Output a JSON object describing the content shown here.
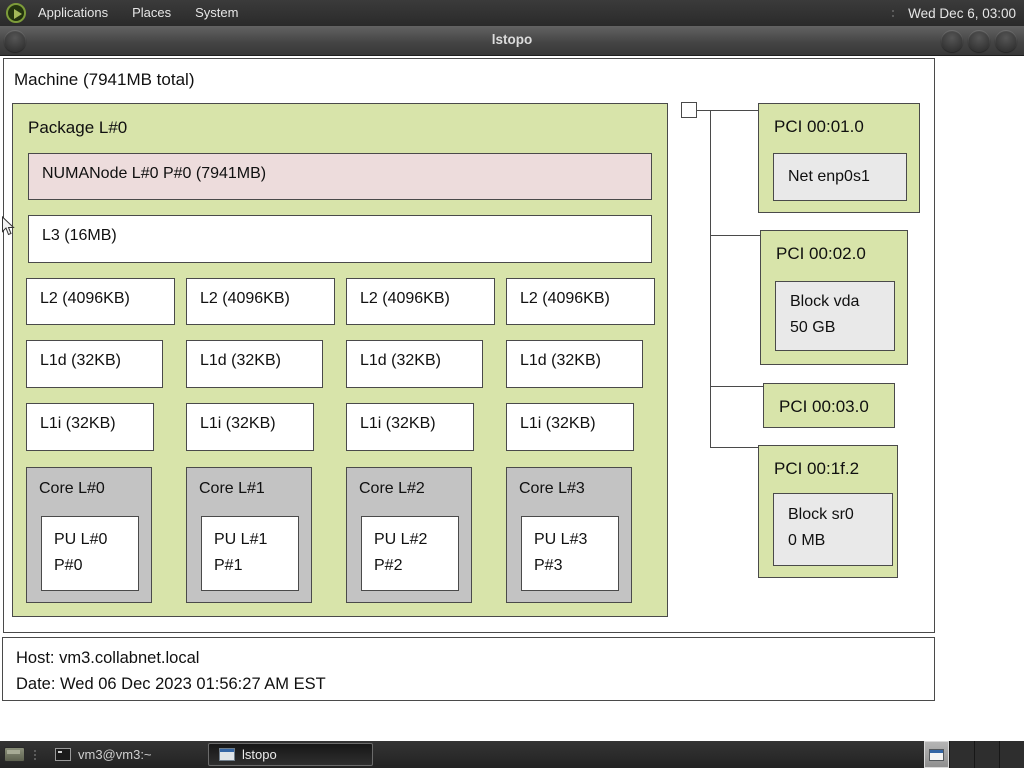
{
  "colors": {
    "package_green": "#d8e4aa",
    "numa_pink": "#eddcdc",
    "core_gray": "#c3c3c3",
    "device_gray": "#e9e9e9",
    "box_border": "#4a4a4a",
    "mini_window_blue": "#3465a4"
  },
  "panel": {
    "menus": {
      "applications": "Applications",
      "places": "Places",
      "system": "System"
    },
    "clock": "Wed Dec 6, 03:00"
  },
  "titlebar": {
    "title": "lstopo"
  },
  "machine": {
    "label": "Machine (7941MB total)"
  },
  "package": {
    "label": "Package L#0",
    "numanode": "NUMANode L#0 P#0 (7941MB)",
    "l3": "L3 (16MB)",
    "l2": [
      "L2 (4096KB)",
      "L2 (4096KB)",
      "L2 (4096KB)",
      "L2 (4096KB)"
    ],
    "l1d": [
      "L1d (32KB)",
      "L1d (32KB)",
      "L1d (32KB)",
      "L1d (32KB)"
    ],
    "l1i": [
      "L1i (32KB)",
      "L1i (32KB)",
      "L1i (32KB)",
      "L1i (32KB)"
    ],
    "cores": [
      {
        "label": "Core L#0",
        "pu_line1": "PU L#0",
        "pu_line2": "P#0"
      },
      {
        "label": "Core L#1",
        "pu_line1": "PU L#1",
        "pu_line2": "P#1"
      },
      {
        "label": "Core L#2",
        "pu_line1": "PU L#2",
        "pu_line2": "P#2"
      },
      {
        "label": "Core L#3",
        "pu_line1": "PU L#3",
        "pu_line2": "P#3"
      }
    ]
  },
  "pci": [
    {
      "label": "PCI 00:01.0",
      "device_line1": "Net enp0s1"
    },
    {
      "label": "PCI 00:02.0",
      "device_line1": "Block vda",
      "device_line2": "50 GB"
    },
    {
      "label": "PCI 00:03.0"
    },
    {
      "label": "PCI 00:1f.2",
      "device_line1": "Block sr0",
      "device_line2": "0 MB"
    }
  ],
  "legend": {
    "host": "Host: vm3.collabnet.local",
    "date": "Date: Wed 06 Dec 2023 01:56:27 AM EST"
  },
  "taskbar": {
    "items": [
      {
        "label": "vm3@vm3:~"
      },
      {
        "label": "lstopo"
      }
    ]
  }
}
